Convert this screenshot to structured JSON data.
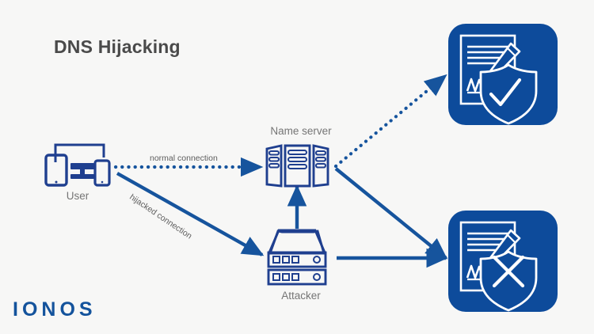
{
  "page": {
    "background_color": "#f7f7f6",
    "title": "DNS Hijacking"
  },
  "colors": {
    "brand_blue": "#14539c",
    "dark_navy": "#1f3f8f",
    "line_blue": "#16549d",
    "icon_box_blue": "#0d4b9b",
    "title_gray": "#4a4a4a",
    "label_gray": "#757575"
  },
  "nodes": [
    {
      "id": "user",
      "label": "User",
      "icon": "user-devices-icon"
    },
    {
      "id": "nameserver",
      "label": "Name server",
      "icon": "server-rack-icon"
    },
    {
      "id": "attacker",
      "label": "Attacker",
      "icon": "attacker-server-icon"
    },
    {
      "id": "legit-site",
      "label": "",
      "icon": "document-pen-shield-check-icon"
    },
    {
      "id": "fake-site",
      "label": "",
      "icon": "document-pen-shield-cross-icon"
    }
  ],
  "edges": [
    {
      "id": "normal-connection",
      "label": "normal connection",
      "style": "dotted",
      "from": "user",
      "to": "nameserver"
    },
    {
      "id": "hijacked-connection",
      "label": "hijacked connection",
      "style": "solid",
      "from": "user",
      "to": "attacker"
    },
    {
      "id": "attacker-to-nameserver",
      "label": "",
      "style": "solid",
      "from": "attacker",
      "to": "nameserver"
    },
    {
      "id": "nameserver-to-legit",
      "label": "",
      "style": "dotted",
      "from": "nameserver",
      "to": "legit-site"
    },
    {
      "id": "nameserver-to-fake",
      "label": "",
      "style": "solid",
      "from": "nameserver",
      "to": "fake-site"
    },
    {
      "id": "attacker-to-fake",
      "label": "",
      "style": "solid",
      "from": "attacker",
      "to": "fake-site"
    }
  ],
  "branding": {
    "logo_text": "IONOS"
  }
}
